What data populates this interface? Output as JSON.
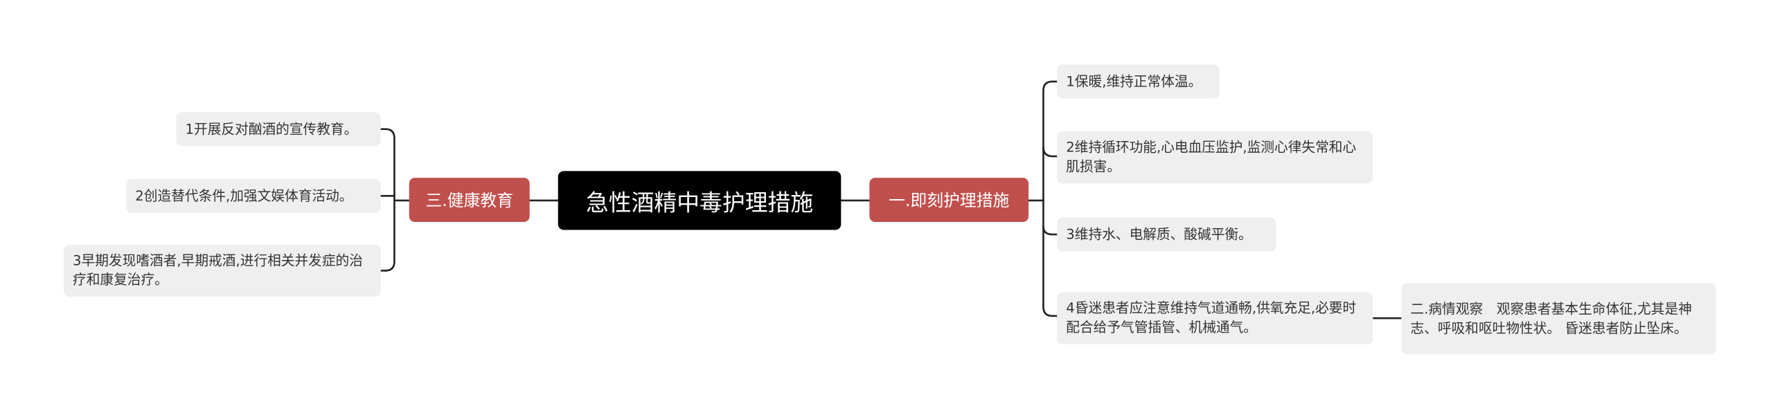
{
  "root": {
    "label": "急性酒精中毒护理措施"
  },
  "branches": {
    "right": {
      "label": "一.即刻护理措施",
      "items": [
        "1保暖,维持正常体温。",
        "2维持循环功能,心电血压监护,监测心律失常和心肌损害。",
        "3维持水、电解质、酸碱平衡。",
        "4昏迷患者应注意维持气道通畅,供氧充足,必要时配合给予气管插管、机械通气。"
      ],
      "sub_item": "二.病情观察　观察患者基本生命体征,尤其是神志、呼吸和呕吐物性状。 昏迷患者防止坠床。"
    },
    "left": {
      "label": "三.健康教育",
      "items": [
        "1开展反对酗酒的宣传教育。",
        "2创造替代条件,加强文娱体育活动。",
        "3早期发现嗜酒者,早期戒酒,进行相关并发症的治疗和康复治疗。"
      ]
    }
  },
  "colors": {
    "root_bg": "#000000",
    "branch_bg": "#c0504d",
    "leaf_bg": "#efefef",
    "connector": "#222222"
  }
}
